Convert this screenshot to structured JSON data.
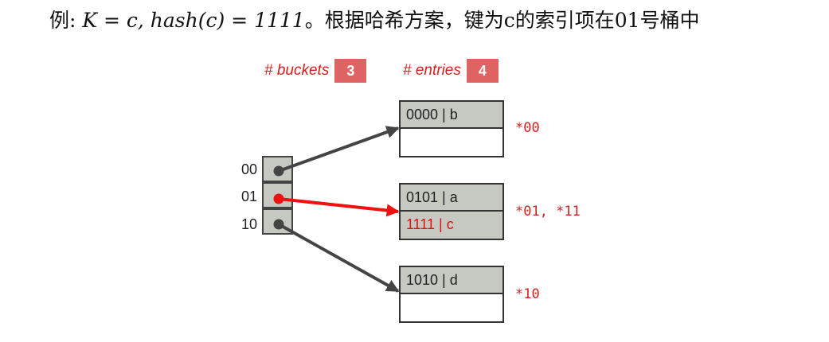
{
  "title": {
    "prefix": "例: ",
    "math": "K = c, hash(c) = 1111",
    "suffix": "。根据哈希方案，键为c的索引项在01号桶中"
  },
  "counters": {
    "buckets_label": "# buckets",
    "buckets_value": "3",
    "entries_label": "# entries",
    "entries_value": "4"
  },
  "directory": {
    "labels": [
      "00",
      "01",
      "10"
    ]
  },
  "buckets": [
    {
      "entries": [
        "0000 | b",
        ""
      ],
      "mask": "*00"
    },
    {
      "entries": [
        "0101 | a",
        "1111 | c"
      ],
      "mask": "*01, *11"
    },
    {
      "entries": [
        "1010 | d",
        ""
      ],
      "mask": "*10"
    }
  ],
  "colors": {
    "accent_red": "#d62020",
    "pointer_dark": "#444444",
    "pointer_highlight": "#ee1111",
    "cell_fill": "#c5c9c2",
    "badge_fill": "#e06363"
  }
}
